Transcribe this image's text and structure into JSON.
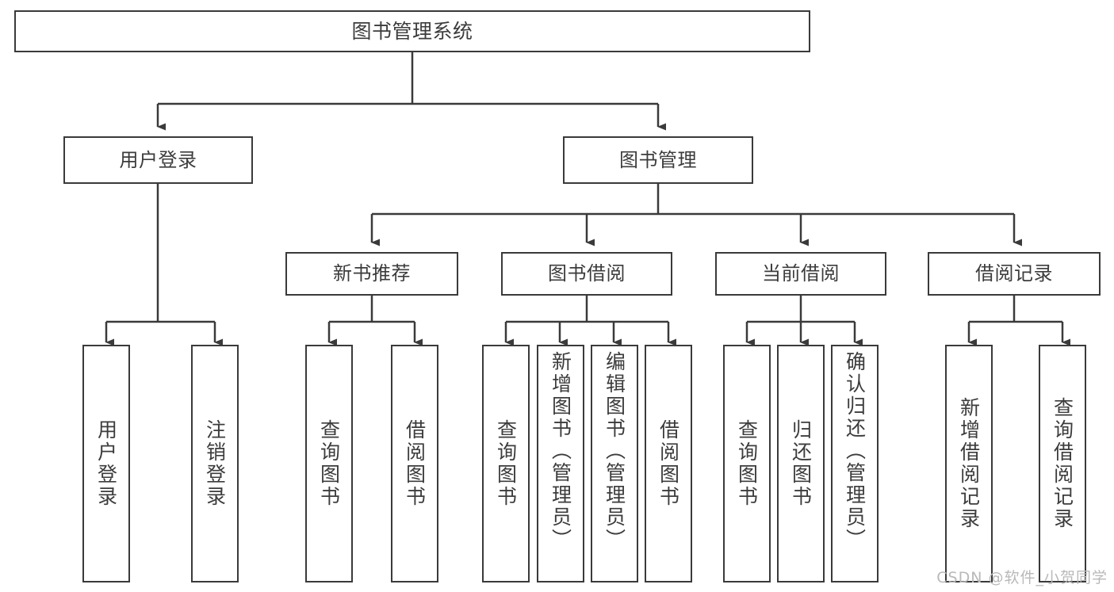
{
  "diagram": {
    "type": "tree",
    "title": "图书管理系统",
    "stroke_color": "#3a3a3a",
    "text_color": "#3c3c3c",
    "background_color": "#ffffff",
    "root": {
      "label": "图书管理系统"
    },
    "level2": [
      {
        "label": "用户登录"
      },
      {
        "label": "图书管理"
      }
    ],
    "level3": [
      {
        "label": "新书推荐"
      },
      {
        "label": "图书借阅"
      },
      {
        "label": "当前借阅"
      },
      {
        "label": "借阅记录"
      }
    ],
    "leaves": {
      "user_login": [
        {
          "label": "用户登录"
        },
        {
          "label": "注销登录"
        }
      ],
      "new_book_recommend": [
        {
          "label": "查询图书"
        },
        {
          "label": "借阅图书"
        }
      ],
      "book_borrow": [
        {
          "label": "查询图书"
        },
        {
          "label": "新增图书（管理员）"
        },
        {
          "label": "编辑图书（管理员）"
        },
        {
          "label": "借阅图书"
        }
      ],
      "current_borrow": [
        {
          "label": "查询图书"
        },
        {
          "label": "归还图书"
        },
        {
          "label": "确认归还（管理员）"
        }
      ],
      "borrow_record": [
        {
          "label": "新增借阅记录"
        },
        {
          "label": "查询借阅记录"
        }
      ]
    }
  },
  "watermark": {
    "text": "CSDN @软件_小贺同学"
  }
}
